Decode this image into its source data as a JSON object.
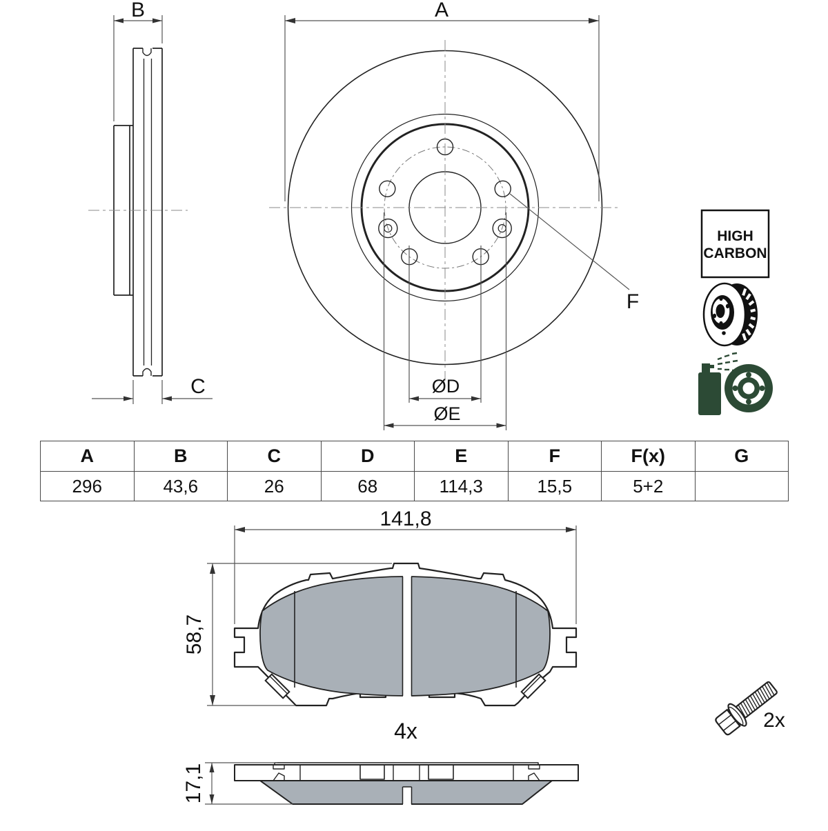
{
  "disc_views": {
    "dim_a_label": "A",
    "dim_b_label": "B",
    "dim_c_label": "C",
    "dim_d_label": "ØD",
    "dim_e_label": "ØE",
    "dim_f_label": "F"
  },
  "pad_views": {
    "width_label": "141,8",
    "height_label": "58,7",
    "thickness_label": "17,1",
    "quantity_label": "4x"
  },
  "hardware": {
    "bolt_quantity_label": "2x"
  },
  "badge": {
    "line1": "HIGH",
    "line2": "CARBON"
  },
  "spec_table": {
    "headers": [
      "A",
      "B",
      "C",
      "D",
      "E",
      "F",
      "F(x)",
      "G"
    ],
    "values": [
      "296",
      "43,6",
      "26",
      "68",
      "114,3",
      "15,5",
      "5+2",
      ""
    ]
  },
  "colors": {
    "line": "#222222",
    "dimension_line": "#555555",
    "friction_gray": "#a9b0b7",
    "icon_green": "#2c4a35",
    "ink": "#111111"
  }
}
